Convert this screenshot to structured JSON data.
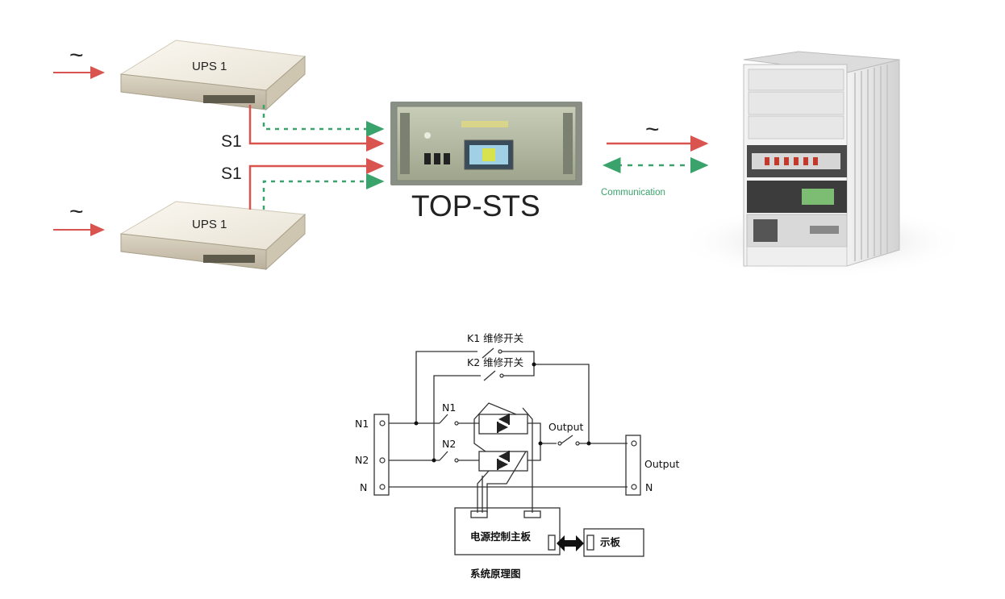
{
  "top_diagram": {
    "ups_top_label": "UPS 1",
    "ups_bottom_label": "UPS 1",
    "s1_top_label": "S1",
    "s1_bottom_label": "S1",
    "sts_label": "TOP-STS",
    "communication_label": "Communication",
    "ac_symbol": "~"
  },
  "schematic": {
    "k1_label": "K1 维修开关",
    "k2_label": "K2 维修开关",
    "n1_switch_label": "N1",
    "n2_switch_label": "N2",
    "output_switch_label": "Output",
    "left_terminal_labels": [
      "N1",
      "N2",
      "N"
    ],
    "right_output_label": "Output",
    "right_n_label": "N",
    "control_board_label": "电源控制主板",
    "display_board_label": "示板",
    "caption": "系统原理图"
  },
  "colors": {
    "power_red": "#d9534f",
    "comm_green": "#3aa36b",
    "wire": "#333333"
  }
}
